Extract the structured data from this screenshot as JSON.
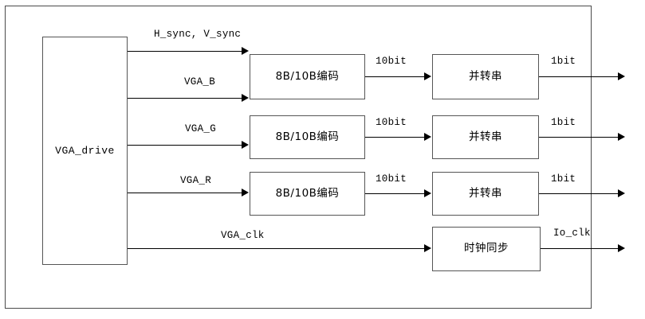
{
  "diagram": {
    "title": "VGA to HDMI/TMDS transmit block diagram",
    "background_color": "#ffffff",
    "line_color": "#000000",
    "block_border_color": "#555555",
    "frame_border_color": "#4a4a4a"
  },
  "blocks": {
    "vga_drive": {
      "label": "VGA_drive"
    },
    "encoder_b": {
      "label": "8B/10B编码"
    },
    "encoder_g": {
      "label": "8B/10B编码"
    },
    "encoder_r": {
      "label": "8B/10B编码"
    },
    "serializer_b": {
      "label": "并转串"
    },
    "serializer_g": {
      "label": "并转串"
    },
    "serializer_r": {
      "label": "并转串"
    },
    "clock_sync": {
      "label": "时钟同步"
    }
  },
  "signals": {
    "sync": "H_sync, V_sync",
    "vga_b": "VGA_B",
    "vga_g": "VGA_G",
    "vga_r": "VGA_R",
    "vga_clk": "VGA_clk",
    "enc_b_out": "10bit",
    "enc_g_out": "10bit",
    "enc_r_out": "10bit",
    "ser_b_out": "1bit",
    "ser_g_out": "1bit",
    "ser_r_out": "1bit",
    "clk_out": "Io_clk"
  }
}
